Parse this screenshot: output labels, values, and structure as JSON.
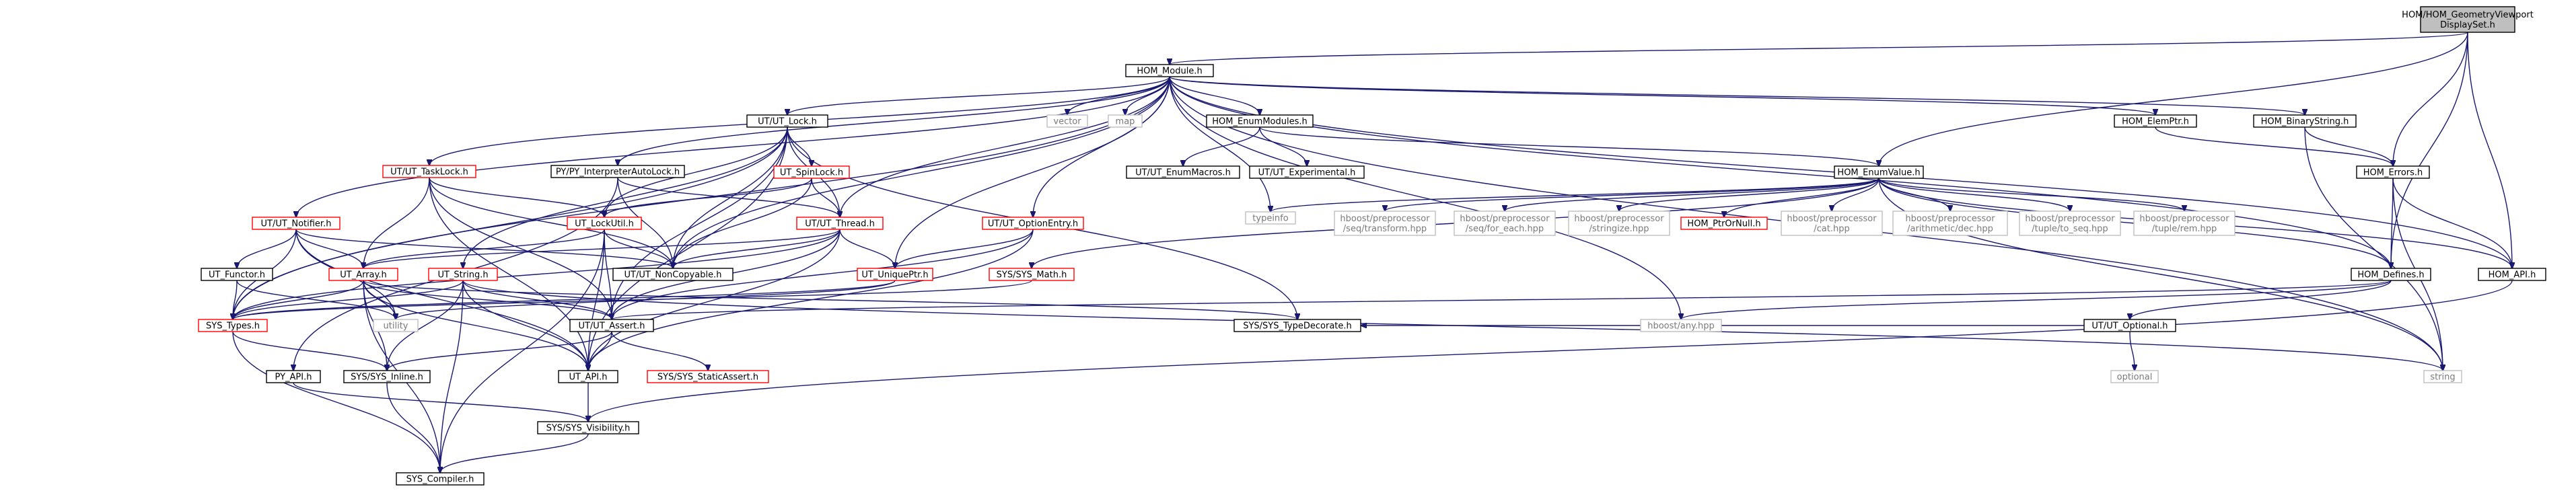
{
  "diagram": {
    "nodes": [
      {
        "id": "root",
        "lines": [
          "HOM/HOM_GeometryViewport",
          "DisplaySet.h"
        ],
        "style": "root"
      },
      {
        "id": "module",
        "lines": [
          "HOM_Module.h"
        ],
        "style": "normal"
      },
      {
        "id": "enumvalue",
        "lines": [
          "HOM_EnumValue.h"
        ],
        "style": "normal"
      },
      {
        "id": "errors",
        "lines": [
          "HOM_Errors.h"
        ],
        "style": "normal"
      },
      {
        "id": "defines",
        "lines": [
          "HOM_Defines.h"
        ],
        "style": "normal"
      },
      {
        "id": "homapi",
        "lines": [
          "HOM_API.h"
        ],
        "style": "normal"
      },
      {
        "id": "lock",
        "lines": [
          "UT/UT_Lock.h"
        ],
        "style": "normal"
      },
      {
        "id": "tasklock",
        "lines": [
          "UT/UT_TaskLock.h"
        ],
        "style": "red"
      },
      {
        "id": "pyinterp",
        "lines": [
          "PY/PY_InterpreterAutoLock.h"
        ],
        "style": "normal"
      },
      {
        "id": "notifier",
        "lines": [
          "UT/UT_Notifier.h"
        ],
        "style": "red"
      },
      {
        "id": "vector",
        "lines": [
          "vector"
        ],
        "style": "gray"
      },
      {
        "id": "map",
        "lines": [
          "map"
        ],
        "style": "gray"
      },
      {
        "id": "enummodules",
        "lines": [
          "HOM_EnumModules.h"
        ],
        "style": "normal"
      },
      {
        "id": "elemptr",
        "lines": [
          "HOM_ElemPtr.h"
        ],
        "style": "normal"
      },
      {
        "id": "binarystring",
        "lines": [
          "HOM_BinaryString.h"
        ],
        "style": "normal"
      },
      {
        "id": "spinlock",
        "lines": [
          "UT_SpinLock.h"
        ],
        "style": "red"
      },
      {
        "id": "enummacros",
        "lines": [
          "UT/UT_EnumMacros.h"
        ],
        "style": "normal"
      },
      {
        "id": "experimental",
        "lines": [
          "UT/UT_Experimental.h"
        ],
        "style": "normal"
      },
      {
        "id": "typeinfo",
        "lines": [
          "typeinfo"
        ],
        "style": "gray"
      },
      {
        "id": "seqtransform",
        "lines": [
          "hboost/preprocessor",
          "/seq/transform.hpp"
        ],
        "style": "gray"
      },
      {
        "id": "seqforeach",
        "lines": [
          "hboost/preprocessor",
          "/seq/for_each.hpp"
        ],
        "style": "gray"
      },
      {
        "id": "stringize",
        "lines": [
          "hboost/preprocessor",
          "/stringize.hpp"
        ],
        "style": "gray"
      },
      {
        "id": "ptrornull",
        "lines": [
          "HOM_PtrOrNull.h"
        ],
        "style": "red"
      },
      {
        "id": "cat",
        "lines": [
          "hboost/preprocessor",
          "/cat.hpp"
        ],
        "style": "gray"
      },
      {
        "id": "dec",
        "lines": [
          "hboost/preprocessor",
          "/arithmetic/dec.hpp"
        ],
        "style": "gray"
      },
      {
        "id": "toseq",
        "lines": [
          "hboost/preprocessor",
          "/tuple/to_seq.hpp"
        ],
        "style": "gray"
      },
      {
        "id": "rem",
        "lines": [
          "hboost/preprocessor",
          "/tuple/rem.hpp"
        ],
        "style": "gray"
      },
      {
        "id": "lockutil",
        "lines": [
          "UT_LockUtil.h"
        ],
        "style": "red"
      },
      {
        "id": "utthread",
        "lines": [
          "UT/UT_Thread.h"
        ],
        "style": "red"
      },
      {
        "id": "optionentry",
        "lines": [
          "UT/UT_OptionEntry.h"
        ],
        "style": "red"
      },
      {
        "id": "utoptional",
        "lines": [
          "UT/UT_Optional.h"
        ],
        "style": "normal"
      },
      {
        "id": "functor",
        "lines": [
          "UT_Functor.h"
        ],
        "style": "normal"
      },
      {
        "id": "utarray",
        "lines": [
          "UT_Array.h"
        ],
        "style": "red"
      },
      {
        "id": "utstring",
        "lines": [
          "UT_String.h"
        ],
        "style": "red"
      },
      {
        "id": "noncopyable",
        "lines": [
          "UT/UT_NonCopyable.h"
        ],
        "style": "normal"
      },
      {
        "id": "uniqueptr",
        "lines": [
          "UT_UniquePtr.h"
        ],
        "style": "red"
      },
      {
        "id": "sysmath",
        "lines": [
          "SYS/SYS_Math.h"
        ],
        "style": "red"
      },
      {
        "id": "hboostany",
        "lines": [
          "hboost/any.hpp"
        ],
        "style": "gray"
      },
      {
        "id": "systypes",
        "lines": [
          "SYS_Types.h"
        ],
        "style": "red"
      },
      {
        "id": "utility",
        "lines": [
          "utility"
        ],
        "style": "gray"
      },
      {
        "id": "utassert",
        "lines": [
          "UT/UT_Assert.h"
        ],
        "style": "normal"
      },
      {
        "id": "typedecorate",
        "lines": [
          "SYS/SYS_TypeDecorate.h"
        ],
        "style": "normal"
      },
      {
        "id": "optional",
        "lines": [
          "optional"
        ],
        "style": "gray"
      },
      {
        "id": "string",
        "lines": [
          "string"
        ],
        "style": "gray"
      },
      {
        "id": "pyapi",
        "lines": [
          "PY_API.h"
        ],
        "style": "normal"
      },
      {
        "id": "sysinline",
        "lines": [
          "SYS/SYS_Inline.h"
        ],
        "style": "normal"
      },
      {
        "id": "utapi",
        "lines": [
          "UT_API.h"
        ],
        "style": "normal"
      },
      {
        "id": "staticassert",
        "lines": [
          "SYS/SYS_StaticAssert.h"
        ],
        "style": "red"
      },
      {
        "id": "visibility",
        "lines": [
          "SYS/SYS_Visibility.h"
        ],
        "style": "normal"
      },
      {
        "id": "compiler",
        "lines": [
          "SYS_Compiler.h"
        ],
        "style": "normal"
      }
    ],
    "edges": [
      [
        "root",
        "module"
      ],
      [
        "root",
        "enumvalue"
      ],
      [
        "root",
        "errors"
      ],
      [
        "root",
        "defines"
      ],
      [
        "root",
        "homapi"
      ],
      [
        "module",
        "lock"
      ],
      [
        "module",
        "tasklock"
      ],
      [
        "module",
        "pyinterp"
      ],
      [
        "module",
        "notifier"
      ],
      [
        "module",
        "vector"
      ],
      [
        "module",
        "map"
      ],
      [
        "module",
        "enummodules"
      ],
      [
        "module",
        "elemptr"
      ],
      [
        "module",
        "binarystring"
      ],
      [
        "module",
        "homapi"
      ],
      [
        "module",
        "defines"
      ],
      [
        "module",
        "typeinfo"
      ],
      [
        "module",
        "utthread"
      ],
      [
        "module",
        "optionentry"
      ],
      [
        "module",
        "noncopyable"
      ],
      [
        "module",
        "uniqueptr"
      ],
      [
        "module",
        "hboostany"
      ],
      [
        "module",
        "string"
      ],
      [
        "module",
        "systypes"
      ],
      [
        "lock",
        "spinlock"
      ],
      [
        "lock",
        "lockutil"
      ],
      [
        "lock",
        "utthread"
      ],
      [
        "lock",
        "noncopyable"
      ],
      [
        "lock",
        "utassert"
      ],
      [
        "lock",
        "utapi"
      ],
      [
        "lock",
        "typedecorate"
      ],
      [
        "lock",
        "utstring"
      ],
      [
        "lock",
        "systypes"
      ],
      [
        "tasklock",
        "lockutil"
      ],
      [
        "tasklock",
        "noncopyable"
      ],
      [
        "tasklock",
        "utarray"
      ],
      [
        "tasklock",
        "utassert"
      ],
      [
        "tasklock",
        "utapi"
      ],
      [
        "pyinterp",
        "noncopyable"
      ],
      [
        "pyinterp",
        "utthread"
      ],
      [
        "pyinterp",
        "pyapi"
      ],
      [
        "notifier",
        "functor"
      ],
      [
        "notifier",
        "utarray"
      ],
      [
        "notifier",
        "noncopyable"
      ],
      [
        "notifier",
        "systypes"
      ],
      [
        "notifier",
        "utapi"
      ],
      [
        "notifier",
        "utility"
      ],
      [
        "enummodules",
        "enumvalue"
      ],
      [
        "enummodules",
        "enummacros"
      ],
      [
        "enummodules",
        "experimental"
      ],
      [
        "elemptr",
        "errors"
      ],
      [
        "binarystring",
        "errors"
      ],
      [
        "binarystring",
        "string"
      ],
      [
        "errors",
        "defines"
      ],
      [
        "errors",
        "homapi"
      ],
      [
        "errors",
        "string"
      ],
      [
        "enumvalue",
        "typeinfo"
      ],
      [
        "enumvalue",
        "seqtransform"
      ],
      [
        "enumvalue",
        "seqforeach"
      ],
      [
        "enumvalue",
        "stringize"
      ],
      [
        "enumvalue",
        "ptrornull"
      ],
      [
        "enumvalue",
        "cat"
      ],
      [
        "enumvalue",
        "dec"
      ],
      [
        "enumvalue",
        "toseq"
      ],
      [
        "enumvalue",
        "rem"
      ],
      [
        "enumvalue",
        "defines"
      ],
      [
        "enumvalue",
        "homapi"
      ],
      [
        "enumvalue",
        "sysmath"
      ],
      [
        "enumvalue",
        "string"
      ],
      [
        "defines",
        "hboostany"
      ],
      [
        "defines",
        "utoptional"
      ],
      [
        "defines",
        "utassert"
      ],
      [
        "homapi",
        "visibility"
      ],
      [
        "spinlock",
        "lockutil"
      ],
      [
        "spinlock",
        "utthread"
      ],
      [
        "spinlock",
        "noncopyable"
      ],
      [
        "lockutil",
        "noncopyable"
      ],
      [
        "lockutil",
        "utassert"
      ],
      [
        "lockutil",
        "utapi"
      ],
      [
        "lockutil",
        "compiler"
      ],
      [
        "lockutil",
        "utarray"
      ],
      [
        "utthread",
        "noncopyable"
      ],
      [
        "utthread",
        "uniqueptr"
      ],
      [
        "utthread",
        "utapi"
      ],
      [
        "utthread",
        "utarray"
      ],
      [
        "utthread",
        "utassert"
      ],
      [
        "utthread",
        "systypes"
      ],
      [
        "optionentry",
        "utassert"
      ],
      [
        "optionentry",
        "uniqueptr"
      ],
      [
        "optionentry",
        "utapi"
      ],
      [
        "utoptional",
        "optional"
      ],
      [
        "utoptional",
        "typedecorate"
      ],
      [
        "functor",
        "systypes"
      ],
      [
        "functor",
        "utility"
      ],
      [
        "utarray",
        "systypes"
      ],
      [
        "utarray",
        "utility"
      ],
      [
        "utarray",
        "utassert"
      ],
      [
        "utarray",
        "utapi"
      ],
      [
        "utarray",
        "sysinline"
      ],
      [
        "utarray",
        "compiler"
      ],
      [
        "utarray",
        "typedecorate"
      ],
      [
        "utstring",
        "utassert"
      ],
      [
        "utstring",
        "utapi"
      ],
      [
        "utstring",
        "sysinline"
      ],
      [
        "utstring",
        "compiler"
      ],
      [
        "utstring",
        "systypes"
      ],
      [
        "utstring",
        "string"
      ],
      [
        "uniqueptr",
        "systypes"
      ],
      [
        "uniqueptr",
        "utility"
      ],
      [
        "sysmath",
        "systypes"
      ],
      [
        "utassert",
        "utapi"
      ],
      [
        "utassert",
        "staticassert"
      ],
      [
        "utassert",
        "sysinline"
      ],
      [
        "systypes",
        "sysinline"
      ],
      [
        "systypes",
        "compiler"
      ],
      [
        "pyapi",
        "visibility"
      ],
      [
        "sysinline",
        "compiler"
      ],
      [
        "utapi",
        "visibility"
      ],
      [
        "visibility",
        "compiler"
      ]
    ]
  }
}
